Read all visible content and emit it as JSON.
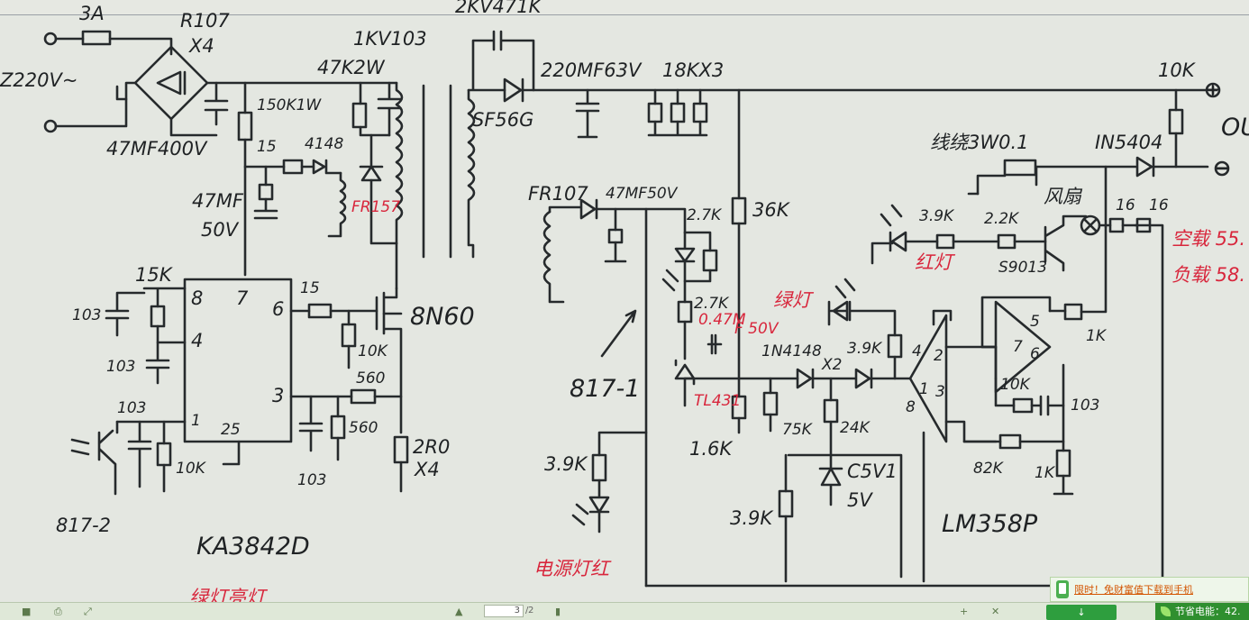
{
  "diagram": {
    "labels": {
      "fuse": "3A",
      "bridge": "R107",
      "bridge_x": "X4",
      "mains": "Z220V~",
      "bulk_cap": "47MF400V",
      "startup_res": "150K1W",
      "snubber_res": "47K2W",
      "snubber_cap": "1KV103",
      "r15_a": "15",
      "diode_4148": "4148",
      "aux_cap": "47MF",
      "aux_cap_v": "50V",
      "fr157": "FR157",
      "r15k": "15K",
      "c103_a": "103",
      "c103_b": "103",
      "c103_c": "103",
      "c103_d": "103",
      "pin8": "8",
      "pin7": "7",
      "pin6": "6",
      "pin4": "4",
      "pin3": "3",
      "pin1": "1",
      "pin25": "25",
      "gate_res": "15",
      "gate_pd": "10K",
      "cs_res_a": "560",
      "cs_res_b": "560",
      "sense_res": "2R0",
      "sense_x": "X4",
      "r10k_a": "10K",
      "opto2": "817-2",
      "ic": "KA3842D",
      "mosfet": "8N60",
      "out_cap_top": "2KV471K",
      "out_diode": "SF56G",
      "out_cap": "220MF63V",
      "bleed": "18KX3",
      "r10k_out": "10K",
      "plus": "+",
      "minus": "−",
      "out_label": "OU",
      "shunt": "线绕3W0.1",
      "d5404": "IN5404",
      "fan": "风扇",
      "r16_a": "16",
      "r16_b": "16",
      "idle": "空载 55.",
      "load": "负载 58.",
      "fr107": "FR107",
      "cap_47mf50v": "47MF50V",
      "r27k_a": "2.7K",
      "r36k": "36K",
      "r39k_a": "3.9K",
      "r22k": "2.2K",
      "s9013": "S9013",
      "red_led": "红灯",
      "green_led": "绿灯",
      "r27k_b": "2.7K",
      "cap_047": "0.47M",
      "cap_047v": "F 50V",
      "d1n4148": "1N4148",
      "x2": "X2",
      "r39k_b": "3.9K",
      "tl431": "TL431",
      "r16k": "1.6K",
      "r75k": "75K",
      "r24k": "24K",
      "c5v1": "C5V1",
      "c5v": "5V",
      "opto1": "817-1",
      "r39k_c": "3.9K",
      "power_led": "电源灯红",
      "r39k_d": "3.9K",
      "r10k_op": "10K",
      "c103_op": "103",
      "r82k": "82K",
      "r1k_a": "1K",
      "r1k_b": "1K",
      "lm358": "LM358P",
      "op_p4": "4",
      "op_p2": "2",
      "op_p1": "1",
      "op_p3": "3",
      "op_p8": "8",
      "op_p7": "7",
      "op_p5": "5",
      "op_p6": "6",
      "bottom_note": "绿灯亮灯"
    }
  },
  "ad": {
    "text": "限时！免财富值下载到手机"
  },
  "toolbar": {
    "page_value": "3",
    "page_sep": "/",
    "page_total": "2",
    "green_button": "↓",
    "energy": "节省电能：42."
  }
}
